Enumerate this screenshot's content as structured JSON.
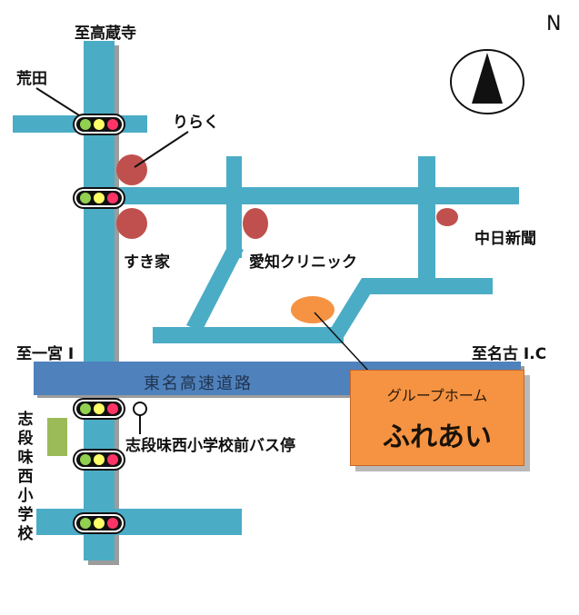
{
  "title": "",
  "north_label": "N",
  "labels": {
    "to_kozoji": "至高蔵寺",
    "arata": "荒田",
    "riraku": "りらく",
    "sukiya": "すき家",
    "aichi_clinic": "愛知クリニック",
    "chunichi": "中日新聞",
    "to_ichinomiya": "至一宮 I",
    "to_nagoya": "至名古 I.C",
    "bus_stop": "志段味西小学校前バス停",
    "school": "志段味西小学校"
  },
  "expressway": "東名高速道路",
  "callout": {
    "subtitle": "グループホーム",
    "name": "ふれあい"
  },
  "colors": {
    "road": "#4bacc6",
    "expressway": "#4f81bd",
    "marker": "#c0504d",
    "home": "#f59342",
    "school": "#9bbb59",
    "signal_green": "#92d050",
    "signal_yellow": "#ffff66",
    "signal_red": "#ff3366"
  }
}
